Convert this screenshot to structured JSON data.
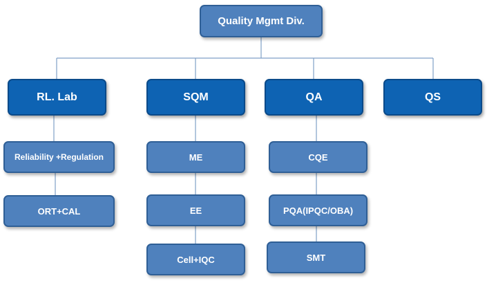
{
  "diagram": {
    "root": {
      "label": "Quality Mgmt Div."
    },
    "departments": [
      {
        "label": "RL. Lab"
      },
      {
        "label": "SQM"
      },
      {
        "label": "QA"
      },
      {
        "label": "QS"
      }
    ],
    "rl_lab_units": [
      {
        "label": "Reliability +Regulation"
      },
      {
        "label": "ORT+CAL"
      }
    ],
    "sqm_units": [
      {
        "label": "ME"
      },
      {
        "label": "EE"
      },
      {
        "label": "Cell+IQC"
      }
    ],
    "qa_units": [
      {
        "label": "CQE"
      },
      {
        "label": "PQA(IPQC/OBA)"
      },
      {
        "label": "SMT"
      }
    ]
  },
  "colors": {
    "department_fill": "#0e63b3",
    "unit_fill": "#4f81bd",
    "connector": "#7f9fc6",
    "text": "#ffffff"
  }
}
